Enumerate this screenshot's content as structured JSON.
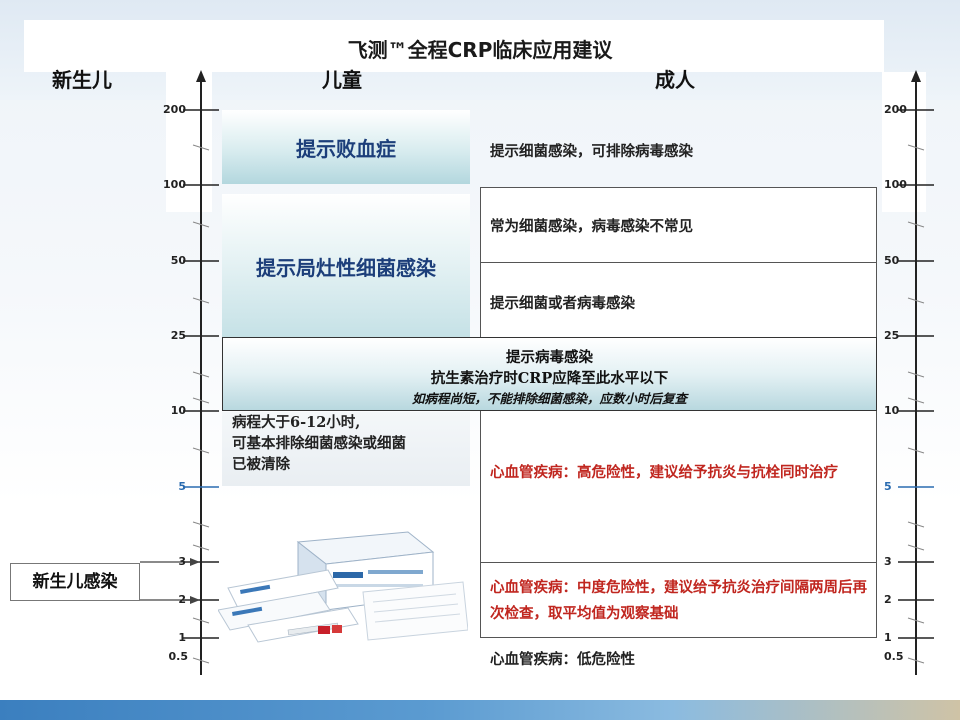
{
  "title": "飞测™全程CRP临床应用建议",
  "headers": {
    "neonate": "新生儿",
    "child": "儿童",
    "adult": "成人"
  },
  "scale_ticks": [
    "200",
    "100",
    "50",
    "25",
    "10",
    "5",
    "3",
    "2",
    "1",
    "0.5"
  ],
  "child": {
    "sepsis": "提示败血症",
    "local_infection": "提示局灶性细菌感染",
    "excluded_line1": "病程大于6-12小时,",
    "excluded_line2": "可基本排除细菌感染或细菌",
    "excluded_line3": "已被清除"
  },
  "virus_band": {
    "line1": "提示病毒感染",
    "line2": "抗生素治疗时CRP应降至此水平以下",
    "line3": "如病程尚短，不能排除细菌感染，应数小时后复查"
  },
  "adult": {
    "bacterial_exclude_viral": "提示细菌感染，可排除病毒感染",
    "often_bacterial": "常为细菌感染，病毒感染不常见",
    "bacterial_or_viral": "提示细菌或者病毒感染",
    "cv_high": "心血管疾病：高危险性，建议给予抗炎与抗栓同时治疗",
    "cv_mid": "心血管疾病：中度危险性，建议给予抗炎治疗间隔两周后再次检查，取平均值为观察基础",
    "cv_low": "心血管疾病：低危险性"
  },
  "neonatal_infection": "新生儿感染",
  "colors": {
    "child_text": "#1c3e7a",
    "cv_red": "#c0261f",
    "axis_blue": "#2a6bb0"
  },
  "icons": {
    "product": "crp-test-kit-image"
  }
}
